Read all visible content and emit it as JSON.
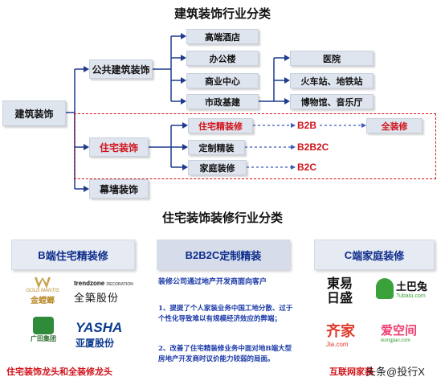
{
  "titles": {
    "top": "建筑装饰行业分类",
    "bottom": "住宅装饰装修行业分类"
  },
  "tree": {
    "root": "建筑装饰",
    "level1": [
      "公共建筑装饰",
      "住宅装饰",
      "幕墙装饰"
    ],
    "public": [
      "高端酒店",
      "办公楼",
      "商业中心",
      "市政基建"
    ],
    "civic": [
      "医院",
      "火车站、地铁站",
      "博物馆、音乐厅"
    ],
    "residential": [
      "住宅精装修",
      "定制精装",
      "家庭装修"
    ],
    "channels": [
      "B2B",
      "B2B2C",
      "B2C"
    ],
    "full_fit": "全装修"
  },
  "panels": {
    "b_end": {
      "prefix": "B",
      "suffix": "端住宅精装修"
    },
    "b2b2c": {
      "prefix": "B2B2C",
      "suffix": "定制精装"
    },
    "c_end": {
      "prefix": "C",
      "suffix": "端家庭装修"
    }
  },
  "b2b2c_notes": {
    "intro": "装修公司通过地产开发商面向客户",
    "point1": "1、提提了个人家装业务中国工地分散、过于个性化导致难以有规模经济效应的弊端；",
    "point2": "2、改善了住宅精装修业务中面对地B端大型房地产开发商时议价能力较弱的局面。"
  },
  "logos": {
    "goldmantis_cn": "金螳螂",
    "goldmantis_en": "GOLD MANTIS",
    "trendzone_en": "trendzone",
    "trendzone_sub": "DECORATION",
    "trendzone_cn": "全築股份",
    "guangtian_cn": "广田集团",
    "yasha_en": "YASHA",
    "yasha_cn": "亚厦股份",
    "dongyi_1": "東易",
    "dongyi_2": "日盛",
    "tubatu_cn": "土巴兔",
    "tubatu_en": "Tubatu.com",
    "jia_cn": "齐家",
    "jia_en": "Jia.com",
    "ikongjian_cn": "爱空间",
    "ikongjian_en": "ikongjian.com"
  },
  "captions": {
    "left": "住宅装饰龙头和全装修龙头",
    "right": "互联网家装"
  },
  "watermark": "头条@投行X",
  "colors": {
    "accent_red": "#d0131b",
    "navy": "#0e2d8c",
    "node_fill": "#dfe5ef"
  }
}
